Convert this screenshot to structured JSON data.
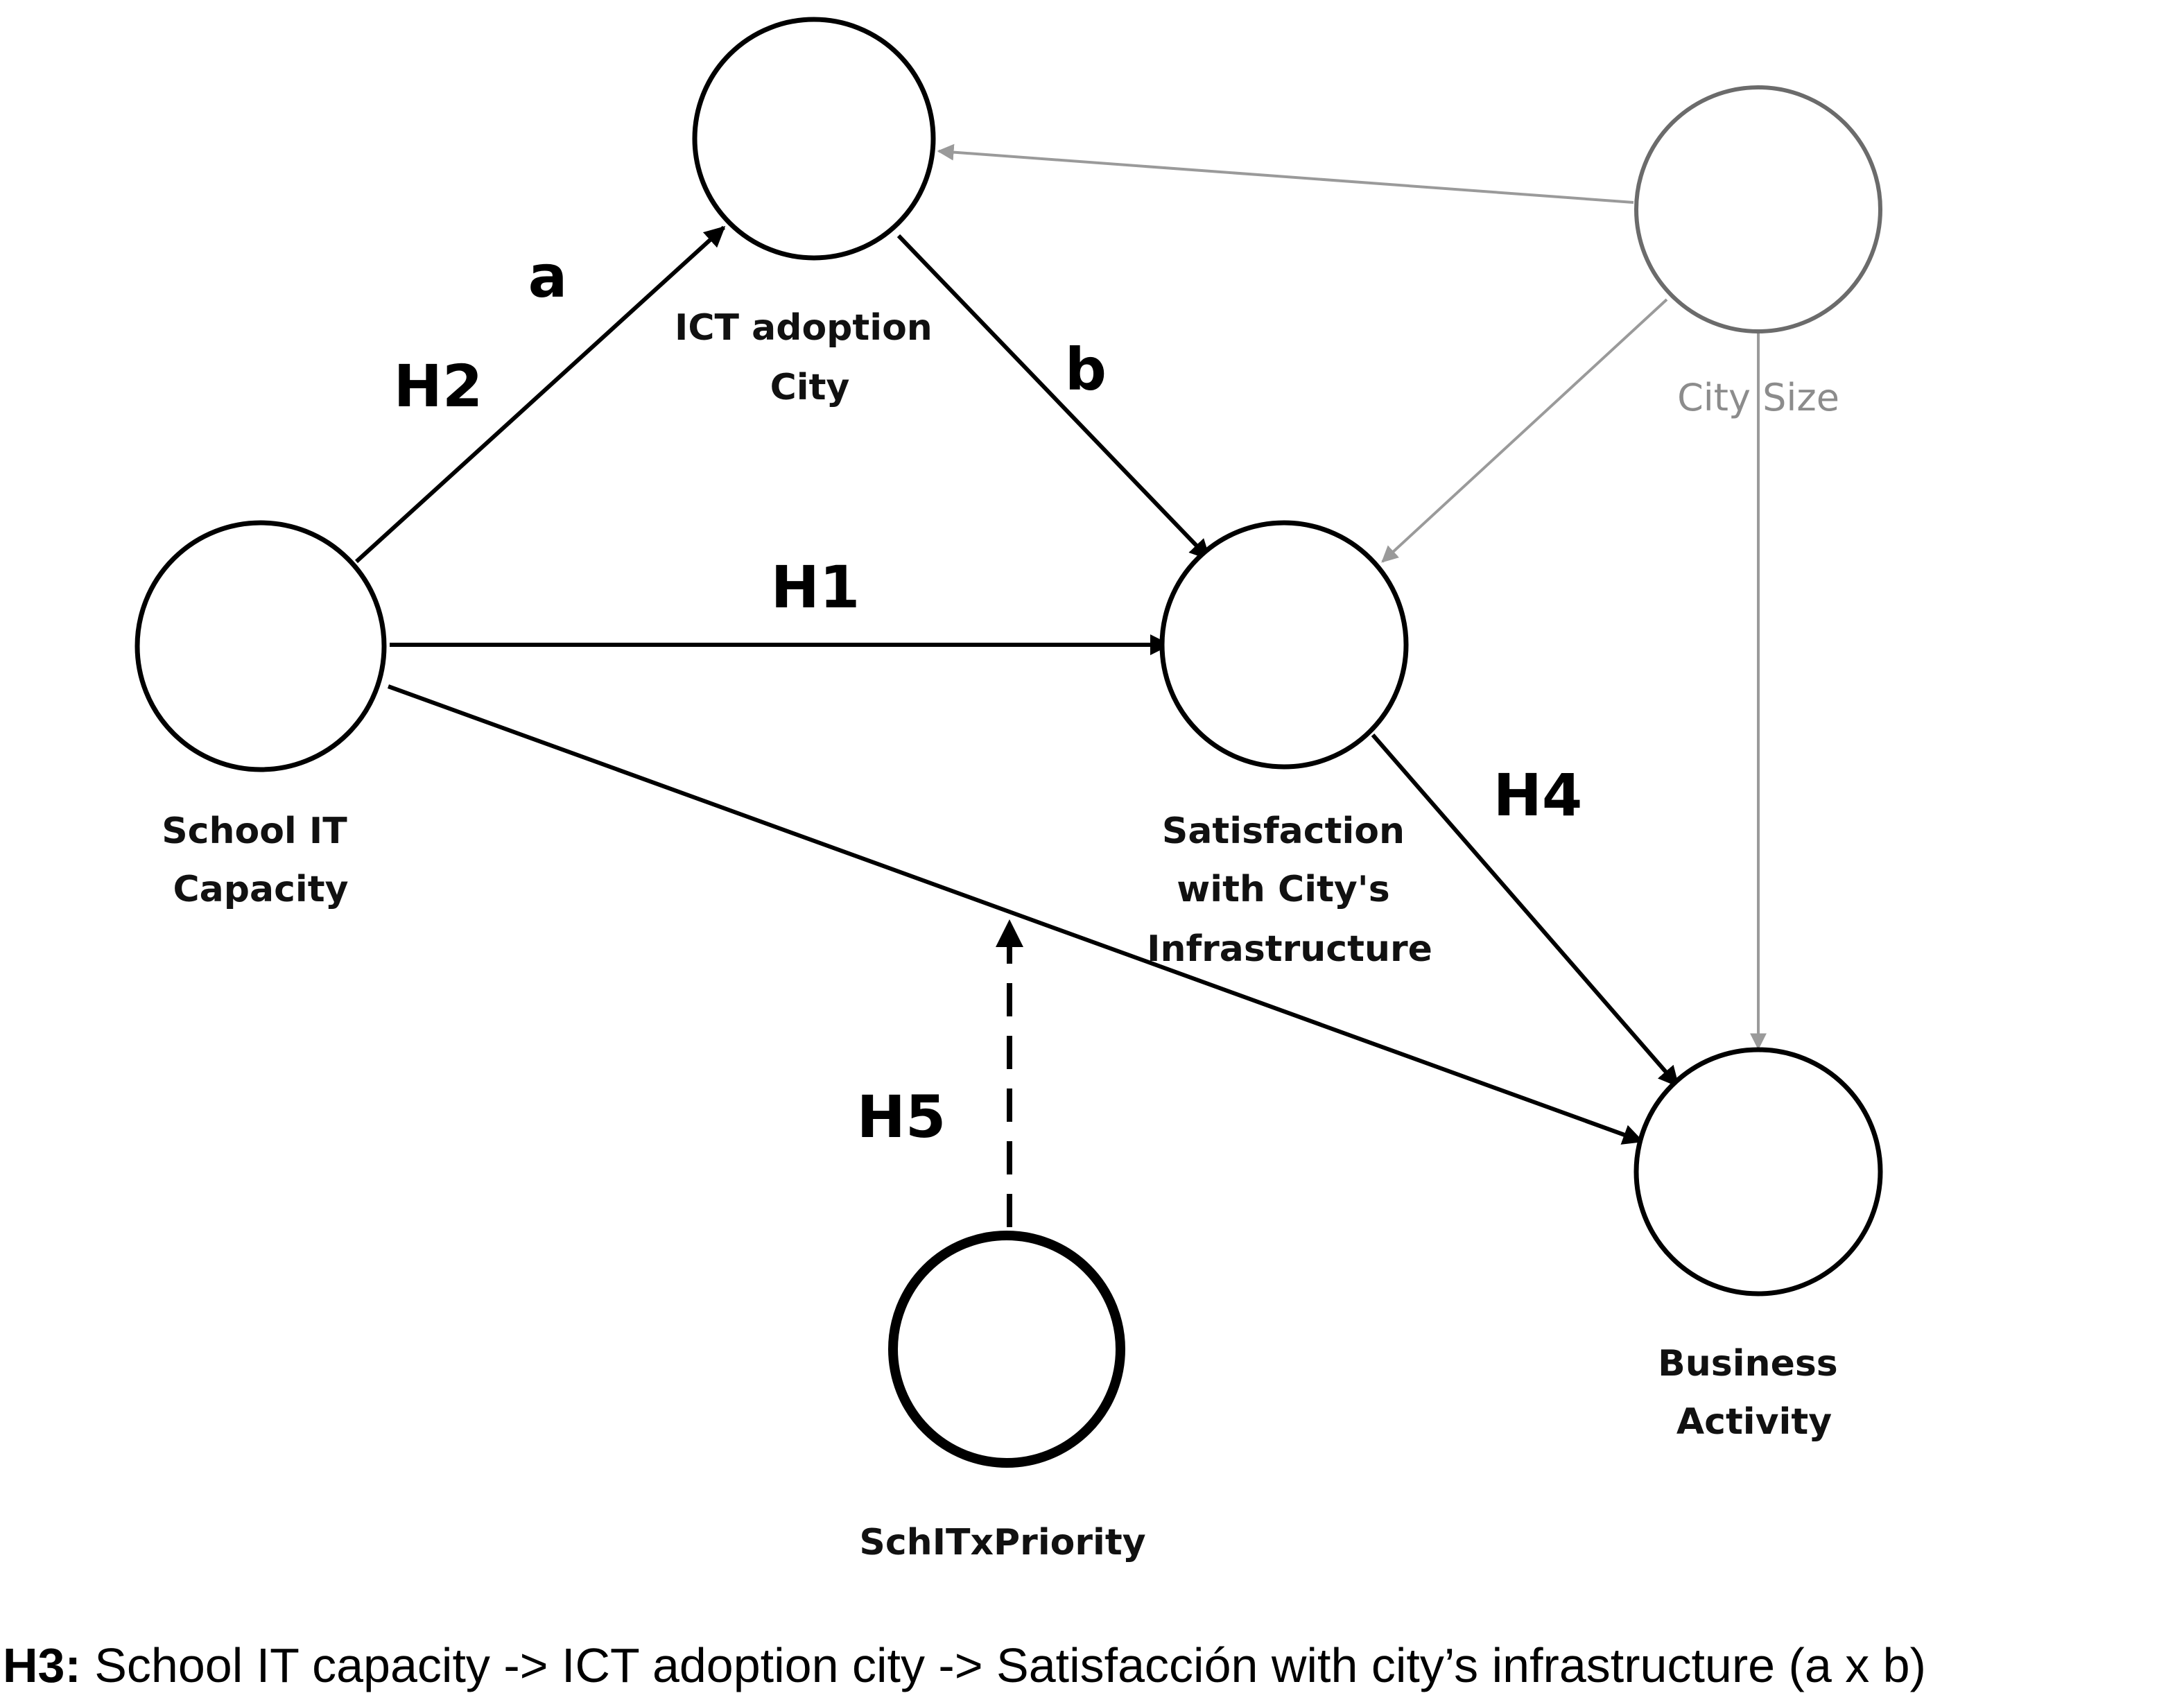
{
  "nodes": {
    "school_it": {
      "label_lines": [
        "School IT",
        "Capacity"
      ]
    },
    "ict": {
      "label_lines": [
        "ICT adoption",
        "City"
      ]
    },
    "satisfaction": {
      "label_lines": [
        "Satisfaction",
        "with City's",
        "Infrastructure"
      ]
    },
    "business": {
      "label_lines": [
        "Business",
        "Activity"
      ]
    },
    "city_size": {
      "label_lines": [
        "City Size"
      ]
    },
    "schitx": {
      "label_lines": [
        "SchITxPriority"
      ]
    }
  },
  "edges": {
    "h1": "H1",
    "h2": "H2",
    "h4": "H4",
    "h5": "H5",
    "a": "a",
    "b": "b"
  },
  "caption": {
    "label": "H3:",
    "text": " School IT capacity -> ICT adoption city -> Satisfacción with city’s infrastructure (a x b)"
  },
  "colors": {
    "main": "#000000",
    "control": "#9a9a9a",
    "control_label": "#8c8c8c"
  }
}
